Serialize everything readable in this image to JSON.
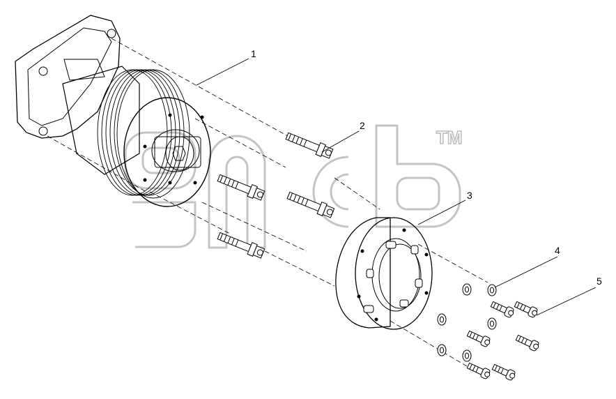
{
  "diagram": {
    "callouts": [
      {
        "id": "callout-1",
        "label": "1"
      },
      {
        "id": "callout-2",
        "label": "2"
      },
      {
        "id": "callout-3",
        "label": "3"
      },
      {
        "id": "callout-4",
        "label": "4"
      },
      {
        "id": "callout-5",
        "label": "5"
      }
    ],
    "watermark": {
      "trademark": "TM"
    }
  }
}
